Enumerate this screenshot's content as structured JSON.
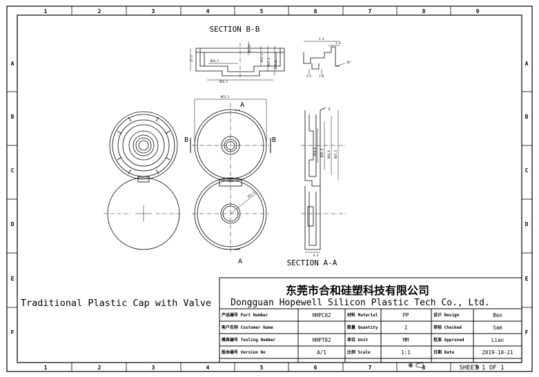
{
  "frame": {
    "columns": [
      "1",
      "2",
      "3",
      "4",
      "5",
      "6",
      "7",
      "8",
      "9"
    ],
    "rows": [
      "A",
      "B",
      "C",
      "D",
      "E",
      "F"
    ]
  },
  "views": {
    "section_bb_title": "SECTION B-B",
    "section_aa_title": "SECTION A-A",
    "cut_a": "A",
    "cut_b": "B"
  },
  "drawing_title": "Traditional Plastic Cap with Valve",
  "company": {
    "name_cn": "东莞市合和硅塑科技有限公司",
    "name_en": "Dongguan Hopewell Silicon Plastic Tech Co., Ltd."
  },
  "title_block": {
    "rows": [
      {
        "label": "产品编号 Part Number",
        "value": "HHPC02",
        "label2": "材料 Material",
        "value2": "PP",
        "label3": "设计 Design",
        "value3": "Ben"
      },
      {
        "label": "客户名称 Customer Name",
        "value": "",
        "label2": "数量 Quantity",
        "value2": "1",
        "label3": "审核 Checked",
        "value3": "Sam"
      },
      {
        "label": "模具编号 Tooling Number",
        "value": "HHPT02",
        "label2": "单位 Unit",
        "value2": "MM",
        "label3": "批准 Approved",
        "value3": "Lian"
      },
      {
        "label": "版本编号 Version No",
        "value": "A/1",
        "label2": "比例 Scale",
        "value2": "1:1",
        "label3": "日期 Date",
        "value3": "2019-10-21"
      }
    ],
    "sheet": "SHEET 1 OF 1"
  }
}
